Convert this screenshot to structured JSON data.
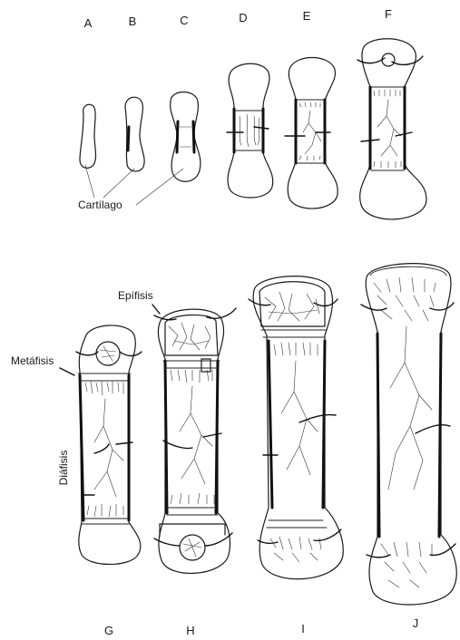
{
  "figure": {
    "stage_labels": [
      "A",
      "B",
      "C",
      "D",
      "E",
      "F",
      "G",
      "H",
      "I",
      "J"
    ],
    "annotations": {
      "cartilage": "Cartílago",
      "epiphysis": "Epífisis",
      "metaphysis": "Metáfisis",
      "diaphysis": "Diáfisis"
    }
  }
}
